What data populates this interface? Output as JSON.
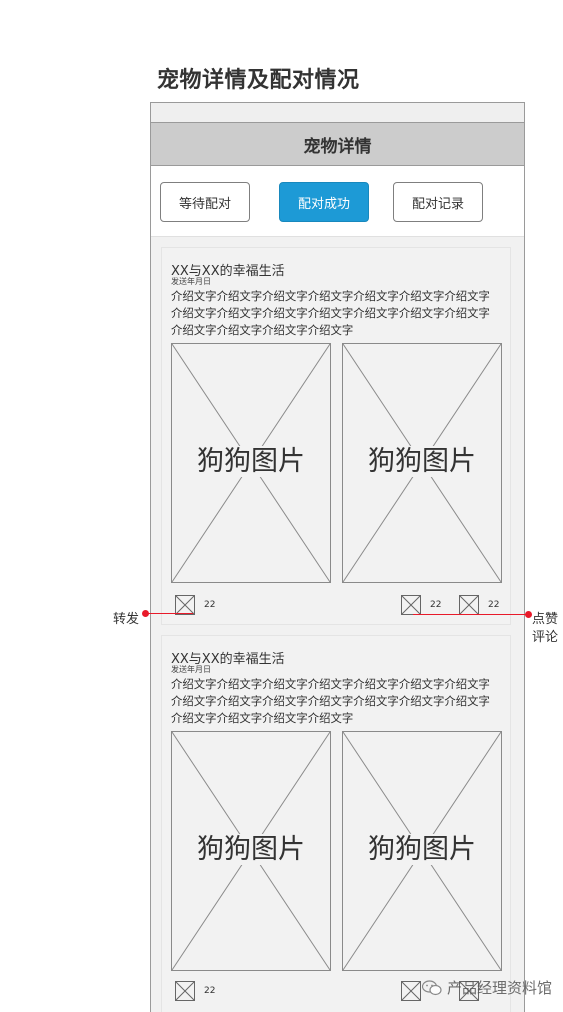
{
  "page_title": "宠物详情及配对情况",
  "navbar": {
    "title": "宠物详情"
  },
  "tabs": [
    {
      "label": "等待配对",
      "active": false
    },
    {
      "label": "配对成功",
      "active": true
    },
    {
      "label": "配对记录",
      "active": false
    }
  ],
  "posts": [
    {
      "title": "XX与XX的幸福生活",
      "meta": "发送年月日",
      "body": "介绍文字介绍文字介绍文字介绍文字介绍文字介绍文字介绍文字介绍文字介绍文字介绍文字介绍文字介绍文字介绍文字介绍文字介绍文字介绍文字介绍文字介绍文字",
      "images": [
        "狗狗图片",
        "狗狗图片"
      ],
      "repost_count": "22",
      "like_count": "22",
      "comment_count": "22"
    },
    {
      "title": "XX与XX的幸福生活",
      "meta": "发送年月日",
      "body": "介绍文字介绍文字介绍文字介绍文字介绍文字介绍文字介绍文字介绍文字介绍文字介绍文字介绍文字介绍文字介绍文字介绍文字介绍文字介绍文字介绍文字介绍文字",
      "images": [
        "狗狗图片",
        "狗狗图片"
      ],
      "repost_count": "22"
    }
  ],
  "annotations": {
    "repost": "转发",
    "like": "点赞",
    "comment": "评论"
  },
  "watermark": "产品经理资料馆",
  "colors": {
    "accent": "#1d9ad6",
    "callout": "#e81a2a"
  }
}
